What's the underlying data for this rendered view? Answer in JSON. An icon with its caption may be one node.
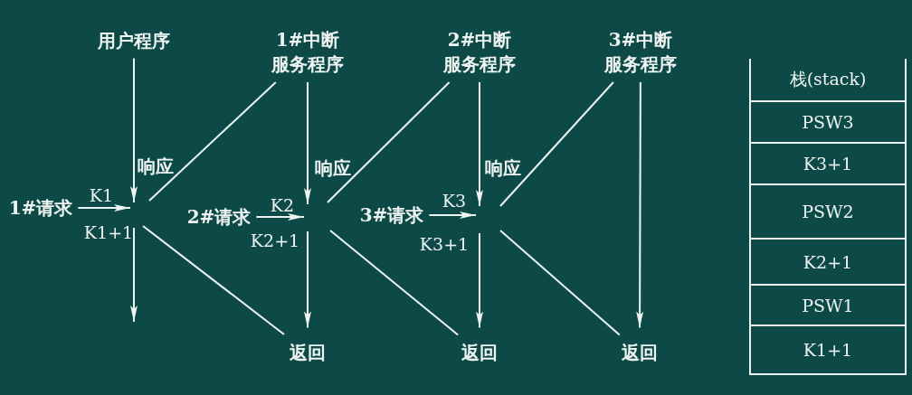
{
  "diagram": {
    "nodes": [
      {
        "text": [
          "用户程序"
        ]
      },
      {
        "text": [
          "1#中断服务程序"
        ]
      },
      {
        "text": [
          "2#中断服务程序"
        ]
      },
      {
        "text": [
          "3#中断服务程序"
        ]
      },
      {
        "text": [
          "1#请求"
        ]
      },
      {
        "text": [
          "2#请求"
        ]
      },
      {
        "text": [
          "3#请求"
        ]
      },
      {
        "text": [
          "返回"
        ]
      },
      {
        "text": [
          "返回"
        ]
      },
      {
        "text": [
          "返回"
        ]
      }
    ],
    "edges": [
      {
        "from": 0,
        "to": null,
        "arrow": "to"
      },
      {
        "from": 4,
        "to": null,
        "arrow": "to",
        "label": "K1"
      },
      {
        "from": null,
        "to": 1,
        "arrow": "none"
      },
      {
        "from": null,
        "to": 7,
        "arrow": "none"
      },
      {
        "from": 1,
        "to": null,
        "arrow": "to"
      },
      {
        "from": 5,
        "to": null,
        "arrow": "to",
        "label": "K2"
      },
      {
        "from": null,
        "to": 2,
        "arrow": "none"
      },
      {
        "from": null,
        "to": 7,
        "arrow": "to"
      },
      {
        "from": null,
        "to": 8,
        "arrow": "none"
      },
      {
        "from": 2,
        "to": null,
        "arrow": "to"
      },
      {
        "from": 6,
        "to": null,
        "arrow": "to",
        "label": "K3"
      },
      {
        "from": null,
        "to": 3,
        "arrow": "none"
      },
      {
        "from": null,
        "to": 8,
        "arrow": "to"
      },
      {
        "from": null,
        "to": 9,
        "arrow": "none"
      },
      {
        "from": 3,
        "to": 9,
        "arrow": "to"
      }
    ],
    "labels": [
      "响应",
      "K1+1",
      "响应",
      "K2+1",
      "响应",
      "K3+1",
      "栈(stack)",
      "PSW3",
      "K3+1",
      "PSW2",
      "K2+1",
      "PSW1",
      "K1+1"
    ]
  }
}
